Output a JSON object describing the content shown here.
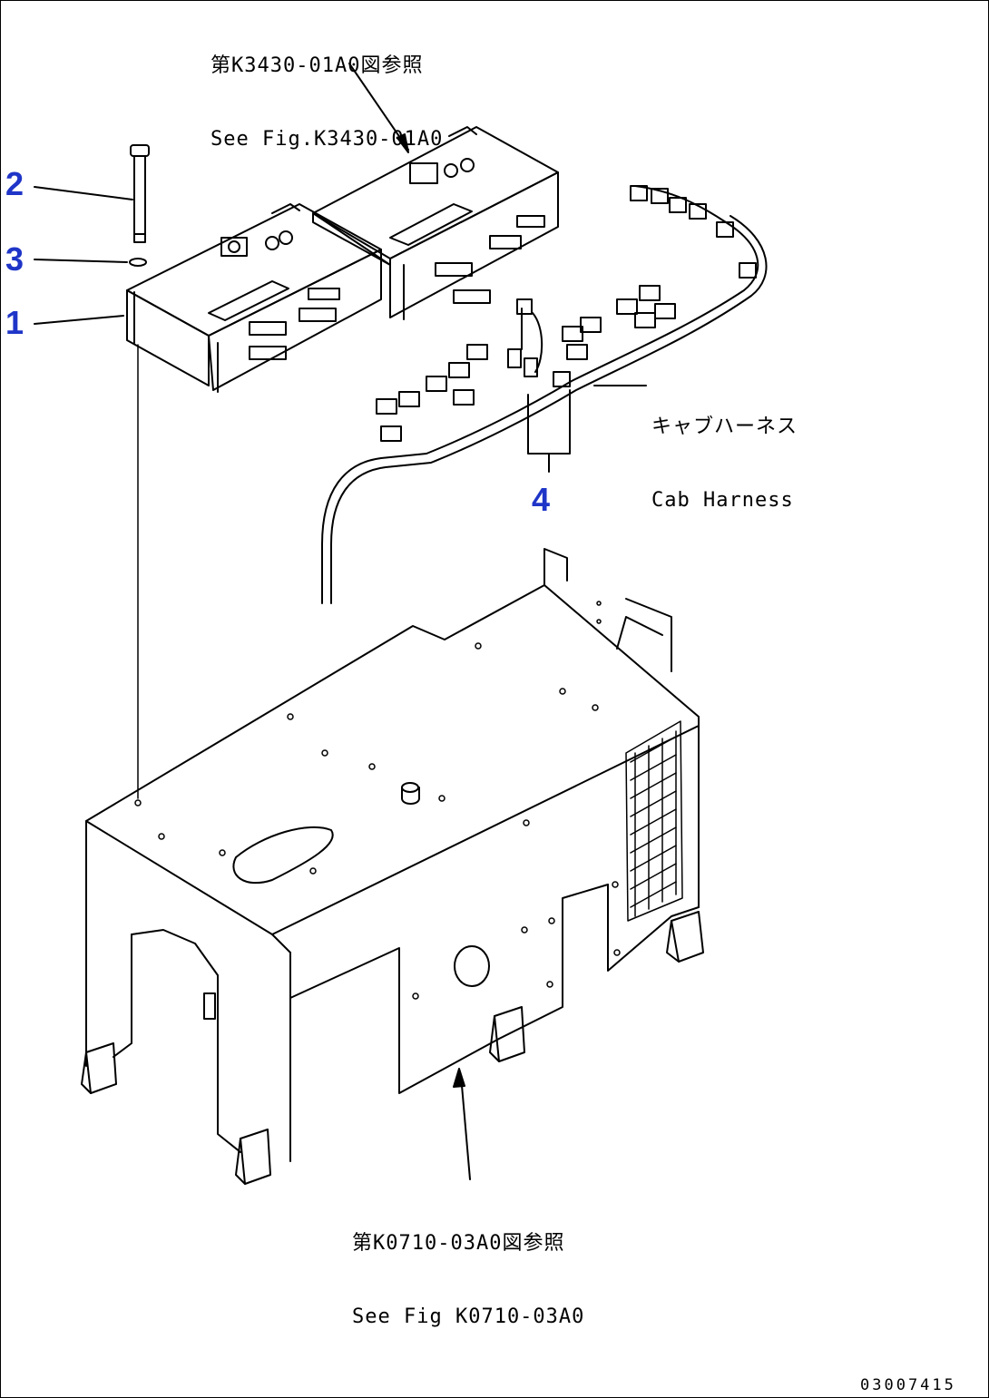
{
  "references": {
    "top": {
      "jp": "第K3430-01A0図参照",
      "en": "See Fig.K3430-01A0"
    },
    "harness": {
      "jp": "キャブハーネス",
      "en": "Cab Harness"
    },
    "bottom": {
      "jp": "第K0710-03A0図参照",
      "en": "See Fig K0710-03A0"
    }
  },
  "callouts": [
    "1",
    "2",
    "3",
    "4"
  ],
  "drawing_number": "03007415",
  "colors": {
    "callout": "#1f35c8",
    "line": "#000000"
  }
}
